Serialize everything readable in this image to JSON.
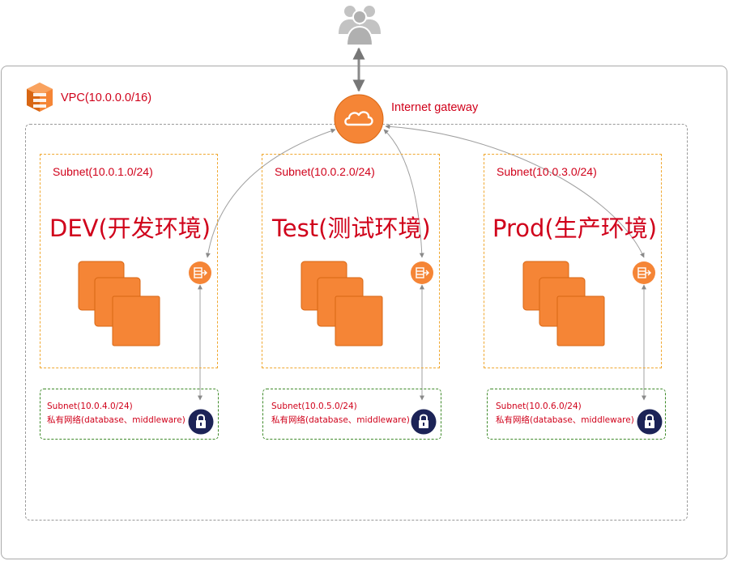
{
  "vpc": {
    "label": "VPC(10.0.0.0/16)"
  },
  "gateway": {
    "label": "Internet gateway"
  },
  "environments": [
    {
      "subnet_label": "Subnet(10.0.1.0/24)",
      "title": "DEV(开发环境)",
      "private_subnet": "Subnet(10.0.4.0/24)",
      "private_desc": "私有网络(database、middleware)"
    },
    {
      "subnet_label": "Subnet(10.0.2.0/24)",
      "title": "Test(测试环境)",
      "private_subnet": "Subnet(10.0.5.0/24)",
      "private_desc": "私有网络(database、middleware)"
    },
    {
      "subnet_label": "Subnet(10.0.3.0/24)",
      "title": "Prod(生产环境)",
      "private_subnet": "Subnet(10.0.6.0/24)",
      "private_desc": "私有网络(database、middleware)"
    }
  ],
  "icons": {
    "users": "users-icon",
    "vpc": "vpc-icon",
    "gateway": "internet-gateway-icon",
    "instances": "ec2-instances-icon",
    "router": "router-icon",
    "lock": "lock-icon"
  },
  "colors": {
    "aws_orange": "#f58536",
    "label_red": "#d0021b",
    "public_border": "#f0a830",
    "private_border": "#3f8a2a",
    "lock_navy": "#1c2357"
  }
}
